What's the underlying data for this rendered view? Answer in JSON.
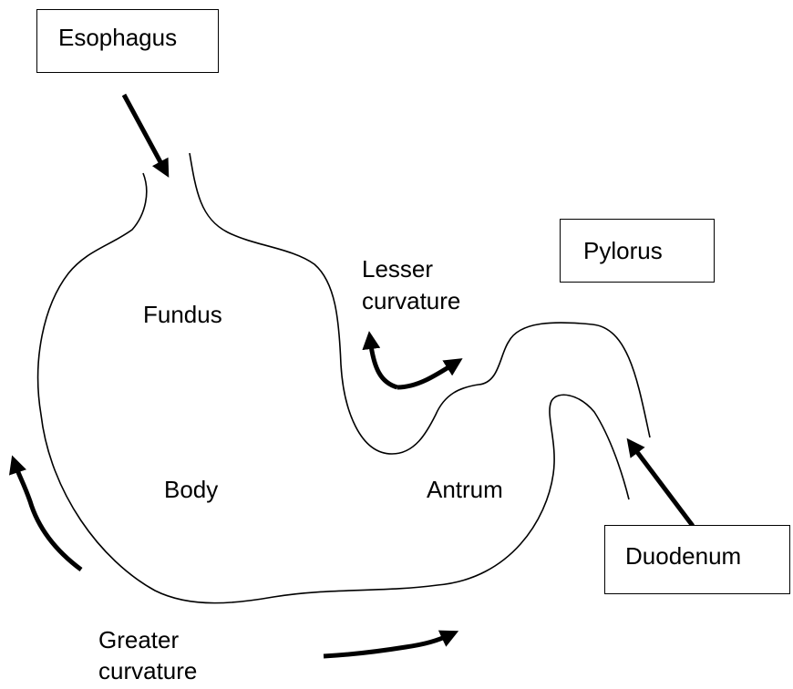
{
  "labels": {
    "esophagus": "Esophagus",
    "pylorus": "Pylorus",
    "duodenum": "Duodenum",
    "fundus": "Fundus",
    "body": "Body",
    "antrum": "Antrum",
    "lesser_curvature": [
      "Lesser",
      "curvature"
    ],
    "greater_curvature": [
      "Greater",
      "curvature"
    ]
  },
  "colors": {
    "ink": "#000000",
    "background": "#ffffff"
  }
}
